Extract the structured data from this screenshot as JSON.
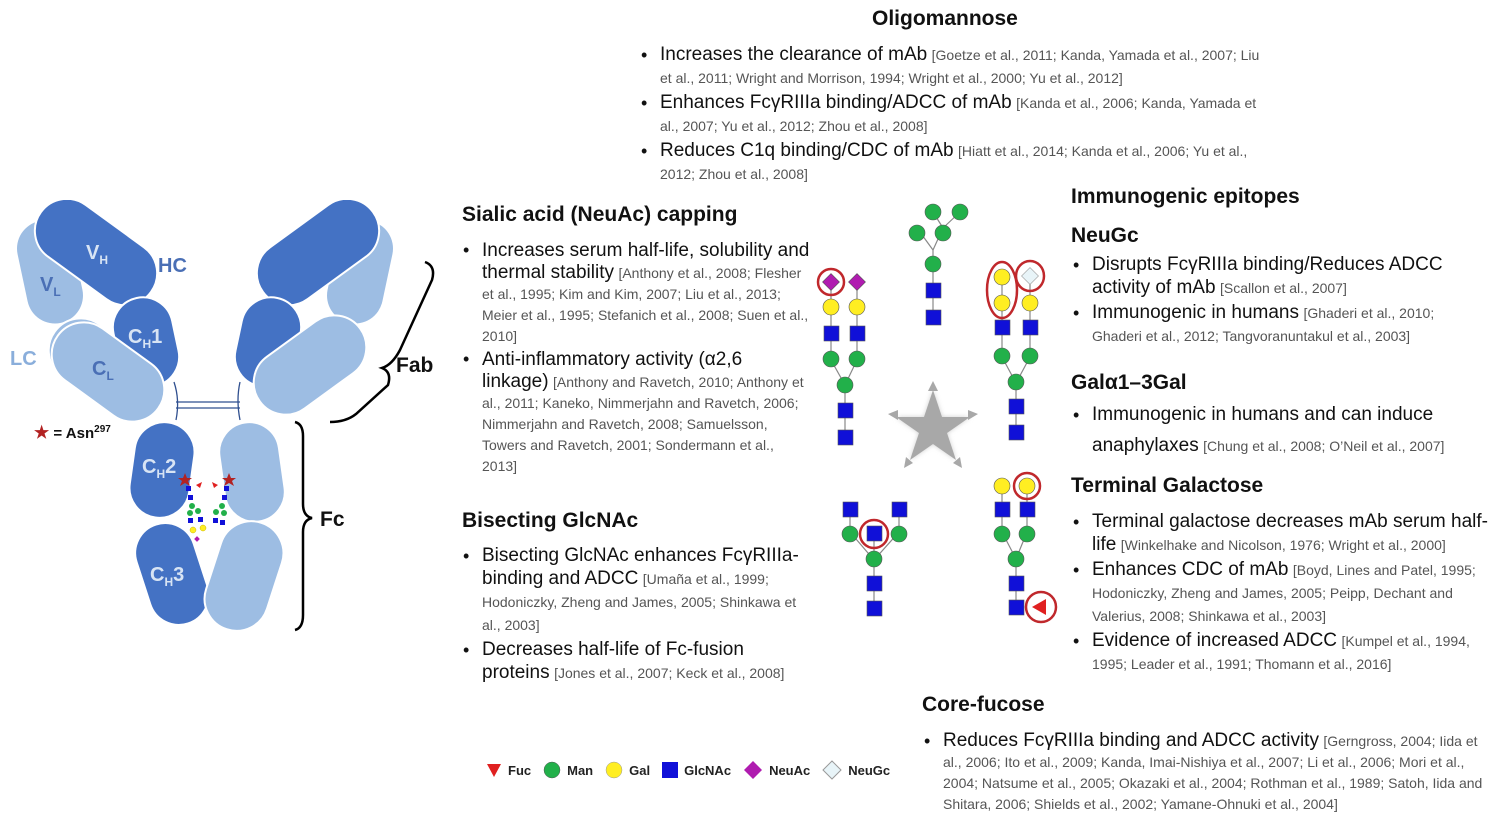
{
  "antibody": {
    "labels": {
      "vh": "V",
      "vh_sub": "H",
      "vl": "V",
      "vl_sub": "L",
      "ch1": "C",
      "ch1_sub": "H",
      "ch1_num": "1",
      "cl": "C",
      "cl_sub": "L",
      "ch2": "C",
      "ch2_sub": "H",
      "ch2_num": "2",
      "ch3": "C",
      "ch3_sub": "H",
      "ch3_num": "3",
      "hc": "HC",
      "lc": "LC",
      "fab": "Fab",
      "fc": "Fc"
    },
    "asn_legend": {
      "text": "= Asn",
      "sup": "297"
    },
    "colors": {
      "heavy": "#4472c4",
      "light": "#9dbde3",
      "label_dark": "#4a6fb5",
      "label_light": "#8aaedb",
      "star": "#b22222"
    }
  },
  "sections": {
    "oligomannose": {
      "title": "Oligomannose",
      "items": [
        {
          "main": "Increases the clearance of mAb",
          "ref": "[Goetze et al., 2011; Kanda, Yamada et al., 2007; Liu et al., 2011; Wright and Morrison, 1994; Wright et al., 2000; Yu et al., 2012]"
        },
        {
          "main": "Enhances FcγRIIIa binding/ADCC of mAb",
          "ref": "[Kanda et al., 2006; Kanda, Yamada et al., 2007; Yu et al., 2012; Zhou et al., 2008]"
        },
        {
          "main": "Reduces C1q binding/CDC of mAb",
          "ref": "[Hiatt et al., 2014; Kanda et al., 2006; Yu et al., 2012; Zhou et al., 2008]"
        }
      ]
    },
    "sialic": {
      "title": "Sialic acid (NeuAc) capping",
      "items": [
        {
          "main": "Increases serum half-life, solubility and thermal stability",
          "ref": "[Anthony et al., 2008; Flesher et al., 1995; Kim and Kim, 2007; Liu et al., 2013; Meier et al., 1995; Stefanich et al., 2008; Suen et al., 2010]"
        },
        {
          "main": "Anti-inflammatory activity (α2,6 linkage)",
          "ref": "[Anthony and Ravetch, 2010; Anthony et al., 2011; Kaneko, Nimmerjahn and Ravetch, 2006; Nimmerjahn and Ravetch, 2008; Samuelsson, Towers and Ravetch, 2001; Sondermann et al., 2013]"
        }
      ]
    },
    "bisecting": {
      "title": "Bisecting GlcNAc",
      "items": [
        {
          "main": "Bisecting GlcNAc enhances FcγRIIIa-binding and ADCC",
          "ref": "[Umaña et al., 1999; Hodoniczky, Zheng and James, 2005; Shinkawa et al., 2003]"
        },
        {
          "main": "Decreases half-life of Fc-fusion proteins",
          "ref": "[Jones et al., 2007; Keck et al., 2008]"
        }
      ]
    },
    "immunogenic": {
      "title": "Immunogenic epitopes",
      "neugc": {
        "title": "NeuGc",
        "items": [
          {
            "main": "Disrupts FcγRIIIa binding/Reduces ADCC activity of mAb",
            "ref": "[Scallon et al., 2007]"
          },
          {
            "main": "Immunogenic in humans",
            "ref": "[Ghaderi et al., 2010; Ghaderi et al., 2012; Tangvoranuntakul et al., 2003]"
          }
        ]
      },
      "galgal": {
        "title": "Galα1–3Gal",
        "items": [
          {
            "main": "Immunogenic in humans and can induce anaphylaxes",
            "ref": "[Chung et al., 2008; O’Neil et al., 2007]"
          }
        ]
      }
    },
    "terminal_gal": {
      "title": "Terminal Galactose",
      "items": [
        {
          "main": "Terminal galactose decreases mAb serum half-life",
          "ref": "[Winkelhake and Nicolson, 1976; Wright et al., 2000]"
        },
        {
          "main": "Enhances CDC of mAb",
          "ref": "[Boyd, Lines and Patel, 1995; Hodoniczky, Zheng and James, 2005; Peipp, Dechant and Valerius, 2008; Shinkawa et al., 2003]"
        },
        {
          "main": "Evidence of increased ADCC",
          "ref": "[Kumpel et al., 1994, 1995; Leader et al., 1991; Thomann et al., 2016]"
        }
      ]
    },
    "core_fucose": {
      "title": "Core-fucose",
      "items": [
        {
          "main": "Reduces FcγRIIIa binding and ADCC activity",
          "ref": "[Gerngross, 2004; Iida et al., 2006; Ito et al., 2009; Kanda, Imai-Nishiya et al., 2007; Li et al., 2006; Mori et al., 2004; Natsume et al., 2005; Okazaki et al., 2004; Rothman et al., 1989; Satoh, Iida and Shitara, 2006; Shields et al., 2002; Yamane-Ohnuki et al., 2004]"
        }
      ]
    }
  },
  "legend": [
    {
      "symbol": "triangle",
      "label": "Fuc",
      "color": "#e02020"
    },
    {
      "symbol": "circle",
      "label": "Man",
      "color": "#22b04a"
    },
    {
      "symbol": "circle",
      "label": "Gal",
      "color": "#ffee22"
    },
    {
      "symbol": "square",
      "label": "GlcNAc",
      "color": "#1010d8"
    },
    {
      "symbol": "diamond",
      "label": "NeuAc",
      "color": "#b01cb0"
    },
    {
      "symbol": "diamond-outline",
      "label": "NeuGc",
      "color": "#e8f4f8"
    }
  ],
  "glycan_colors": {
    "man": "#22b04a",
    "gal": "#ffee22",
    "glcnac": "#1010d8",
    "neuac": "#b01cb0",
    "neugc": "#e8f4f8",
    "fuc": "#e02020",
    "highlight": "#c0282c",
    "star": "#a8a8a8"
  }
}
